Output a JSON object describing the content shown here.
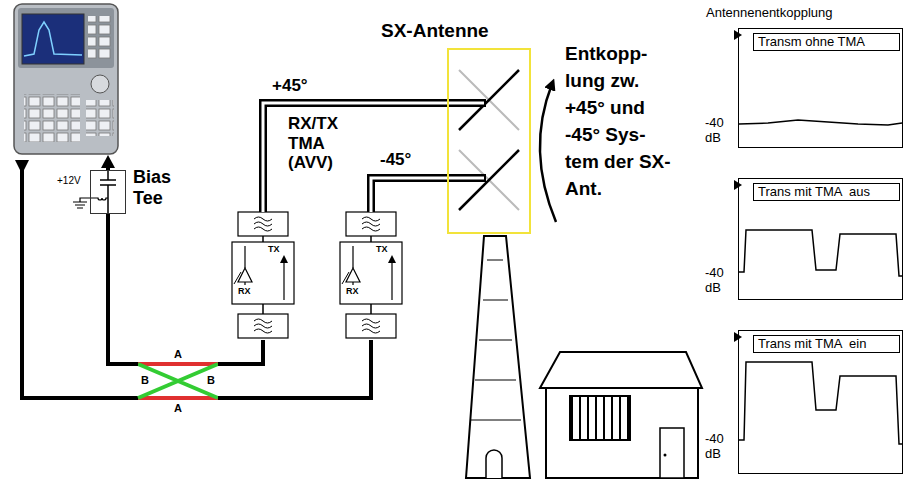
{
  "diagram": {
    "nodes": [
      {
        "text": [
          "SX-Antenne"
        ]
      },
      {
        "text": [
          "TX",
          "RX"
        ]
      },
      {
        "text": [
          "TX",
          "RX"
        ]
      },
      {
        "text": [
          "+12V",
          "Bias Tee"
        ]
      },
      {
        "text": [
          "A",
          "B",
          "B",
          "A"
        ]
      },
      {
        "text": [
          "Transm ohne TMA",
          "-40 dB"
        ]
      },
      {
        "text": [
          "Trans mit TMA  aus",
          "-40 dB"
        ]
      },
      {
        "text": [
          "Trans mit TMA  ein",
          "-40 dB"
        ]
      }
    ],
    "edges": [
      {
        "from": 1,
        "to": 0,
        "arrow": "none",
        "label": "+45°"
      },
      {
        "from": 2,
        "to": 0,
        "arrow": "none",
        "label": "-45°"
      },
      {
        "from": 4,
        "to": 1,
        "arrow": "none"
      },
      {
        "from": 4,
        "to": 2,
        "arrow": "none"
      },
      {
        "from": 3,
        "to": 4,
        "arrow": "none"
      }
    ],
    "labels": [
      "RX/TX TMA (AVV)",
      "Entkopp- lung zw. +45° und -45° Sys- tem der SX-Ant.",
      "Antennenentkopplung"
    ]
  }
}
